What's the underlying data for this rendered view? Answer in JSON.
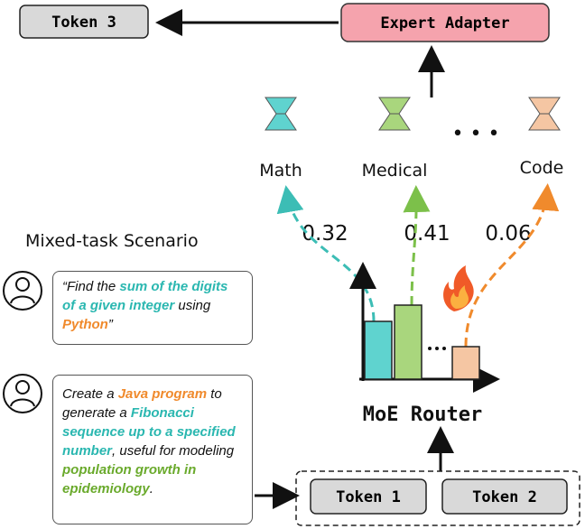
{
  "tokens": {
    "token3": "Token 3",
    "token1": "Token 1",
    "token2": "Token 2"
  },
  "expert_adapter": "Expert Adapter",
  "experts": [
    {
      "label": "Math",
      "score": "0.32"
    },
    {
      "label": "Medical",
      "score": "0.41"
    },
    {
      "label": "Code",
      "score": "0.06"
    }
  ],
  "ellipsis": "• • •",
  "scenario_title": "Mixed-task Scenario",
  "router_label": "MoE  Router",
  "prompt1": {
    "p1": "“Find the ",
    "h1": "sum of the digits of a given integer",
    "p2": " using ",
    "h2": "Python",
    "p3": "”"
  },
  "prompt2": {
    "p1": "Create a ",
    "h1": "Java program",
    "p2": " to generate a ",
    "h2": "Fibonacci sequence up to a specified number",
    "p3": ", useful for modeling ",
    "h3": "population growth in epidemiology",
    "p4": "."
  },
  "colors": {
    "teal": "#5fd3cf",
    "green": "#a9d67d",
    "peach": "#f5c6a3",
    "adapter_fill": "#f5a3ad",
    "token_fill": "#d9d9d9"
  },
  "icons": [
    "user-icon",
    "fire-icon",
    "hourglass-adapter-icon"
  ]
}
